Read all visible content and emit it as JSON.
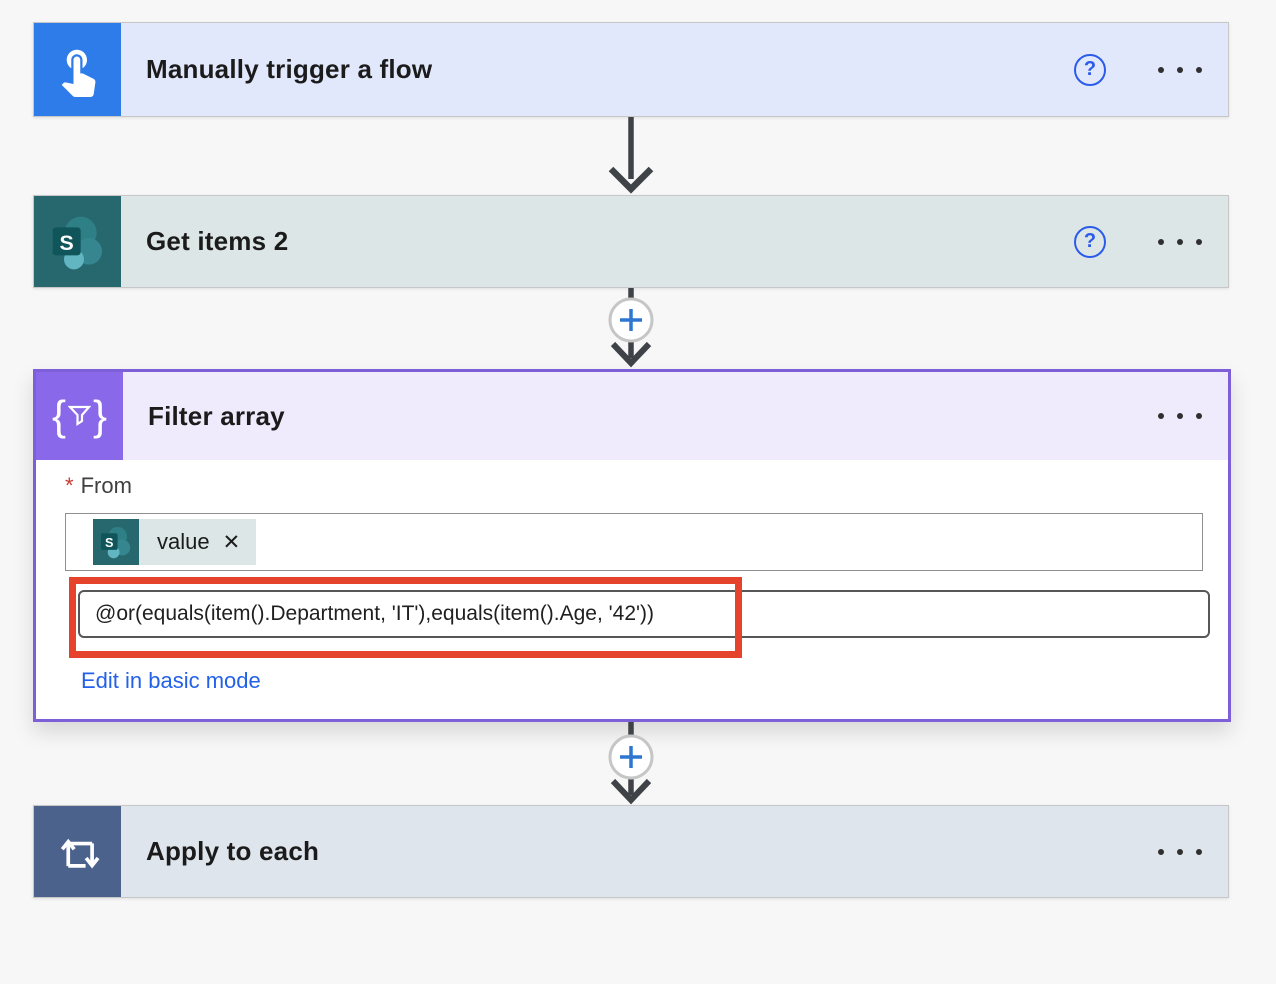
{
  "cards": {
    "trigger": {
      "title": "Manually trigger a flow"
    },
    "get_items": {
      "title": "Get items 2"
    },
    "filter": {
      "title": "Filter array",
      "required_marker": "*",
      "from_label": "From",
      "token": {
        "label": "value",
        "close_icon": "✕"
      },
      "expression": "@or(equals(item().Department, 'IT'),equals(item().Age, '42'))",
      "edit_link": "Edit in basic mode"
    },
    "apply": {
      "title": "Apply to each"
    }
  },
  "icons": {
    "help": "?",
    "sharepoint_letter": "S",
    "filter_brace_open": "{",
    "filter_brace_close": "}"
  },
  "colors": {
    "trigger_accent": "#2E7CE9",
    "trigger_body": "#E2E8FB",
    "sharepoint_accent": "#26686D",
    "sharepoint_body": "#DCE6E6",
    "filter_accent": "#8968E9",
    "filter_header": "#EFEBFC",
    "filter_border": "#7D5FD8",
    "apply_accent": "#4A628C",
    "apply_body": "#DFE5EC",
    "annotation_red": "#E5432C",
    "link_blue": "#2361E8",
    "help_blue": "#2A5BEA",
    "connector_gray": "#3F4347",
    "required_red": "#C93A33"
  }
}
